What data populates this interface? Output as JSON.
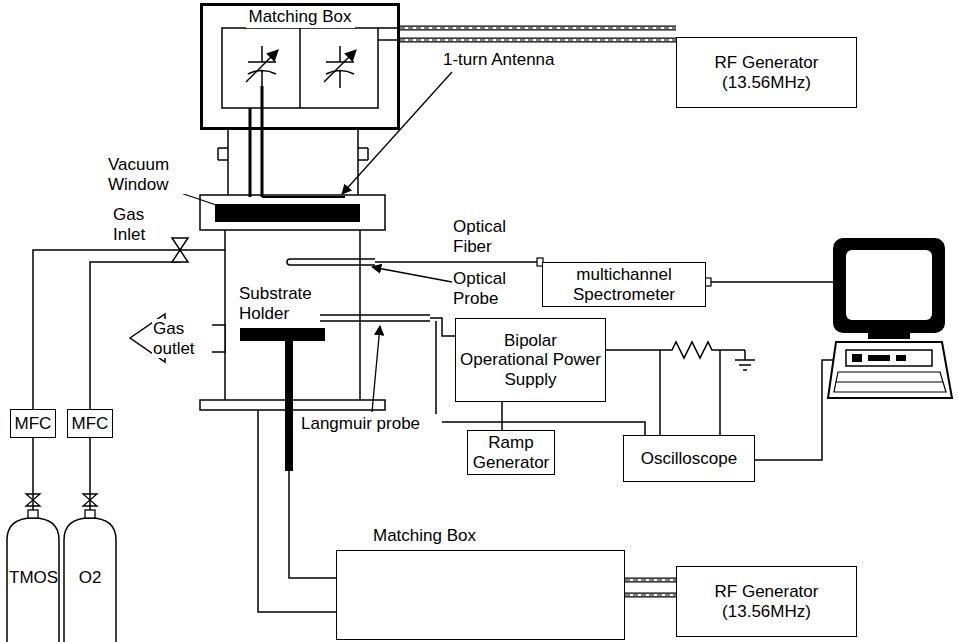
{
  "diagram": {
    "nodes": [
      {
        "text": [
          "Matching Box"
        ]
      },
      {
        "text": [
          "RF Generator (13.56MHz)"
        ]
      },
      {
        "text": [
          "multichannel Spectrometer"
        ]
      },
      {
        "text": [
          "Bipolar Operational Power Supply"
        ]
      },
      {
        "text": [
          "Ramp Generator"
        ]
      },
      {
        "text": [
          "Oscilloscope"
        ]
      },
      {
        "text": [
          "Matching Box"
        ]
      },
      {
        "text": [
          "RF Generator (13.56MHz)"
        ]
      },
      {
        "text": [
          "MFC"
        ]
      },
      {
        "text": [
          "MFC"
        ]
      },
      {
        "text": [
          "TMOS"
        ]
      },
      {
        "text": [
          "O2"
        ]
      }
    ],
    "edges": [
      {
        "from": 0,
        "to": 1,
        "arrow": "none"
      },
      {
        "from": 6,
        "to": 7,
        "arrow": "none"
      },
      {
        "from": 4,
        "to": 3,
        "arrow": "none"
      },
      {
        "from": 3,
        "to": 5,
        "arrow": "none"
      },
      {
        "from": 10,
        "to": 8,
        "arrow": "none"
      },
      {
        "from": 11,
        "to": 9,
        "arrow": "none"
      }
    ],
    "labels": [
      "1-turn Antenna",
      "Vacuum Window",
      "Gas Inlet",
      "Optical Fiber",
      "Optical Probe",
      "Gas outlet",
      "Substrate Holder",
      "Langmuir probe"
    ]
  }
}
